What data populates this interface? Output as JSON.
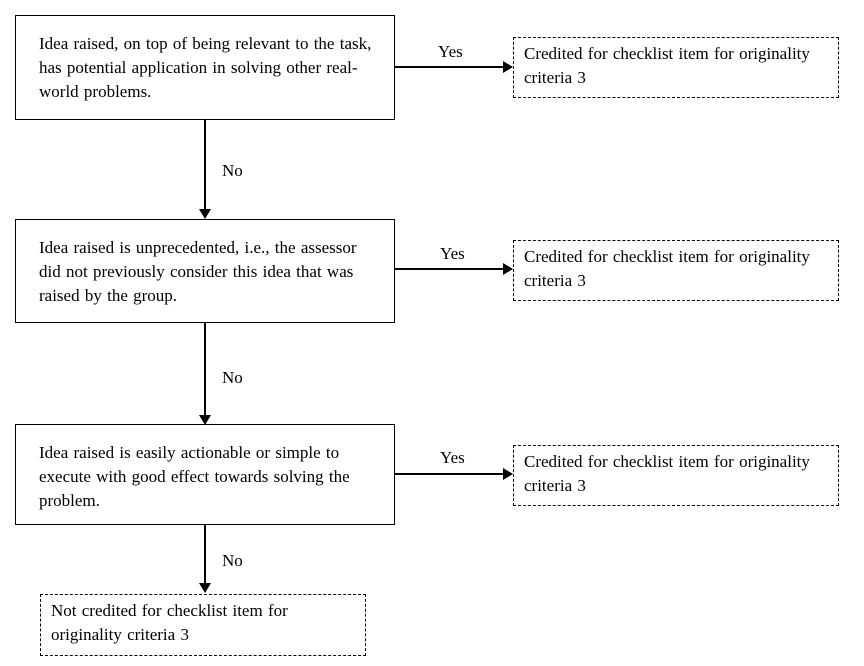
{
  "decisions": [
    {
      "text": "Idea raised, on top of being relevant to the task, has potential application in solving other real-world problems."
    },
    {
      "text": "Idea raised is unprecedented, i.e., the assessor did not previously consider this idea that was raised by the group."
    },
    {
      "text": "Idea raised is easily actionable or simple to execute with good effect towards solving the problem."
    }
  ],
  "outcomes": [
    {
      "text": "Credited for checklist item for originality criteria 3"
    },
    {
      "text": "Credited for checklist item for originality criteria 3"
    },
    {
      "text": "Credited for checklist item for originality criteria 3"
    }
  ],
  "final_outcome": {
    "text": "Not credited for checklist item for originality criteria 3"
  },
  "labels": {
    "yes": "Yes",
    "no": "No"
  }
}
